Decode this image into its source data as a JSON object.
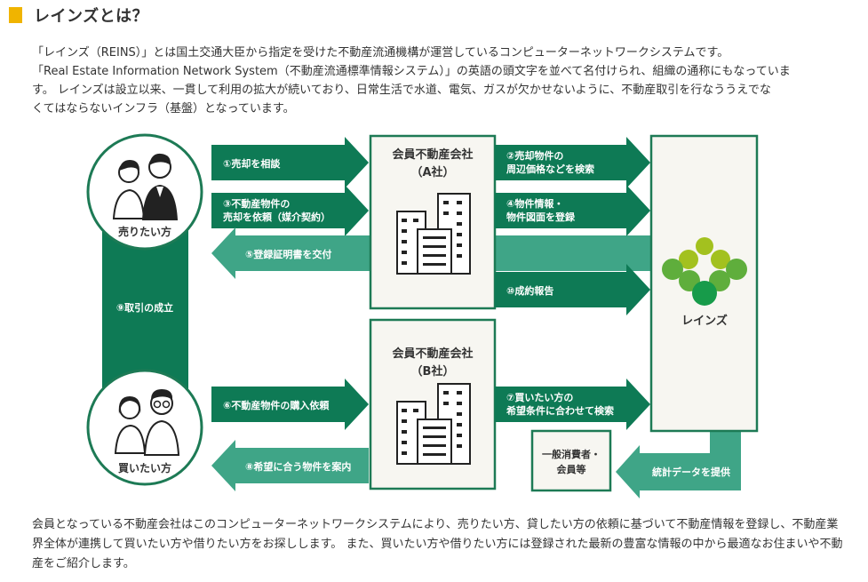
{
  "heading": {
    "title": "レインズとは？"
  },
  "intro": {
    "p1": "「レインズ（REINS）」とは国土交通大臣から指定を受けた不動産流通機構が運営しているコンピューターネットワークシステムです。",
    "p2": "「Real Estate Information Network System（不動産流通標準情報システム）」の英語の頭文字を並べて名付けられ、組織の通称にもなっていま",
    "p3": "す。 レインズは設立以来、一貫して利用の拡大が続いており、日常生活で水道、電気、ガスが欠かせないように、不動産取引を行なううえでな",
    "p4": "くてはならないインフラ（基盤）となっています。"
  },
  "diagram": {
    "seller": {
      "label": "売りたい方"
    },
    "buyer": {
      "label": "買いたい方"
    },
    "deal": {
      "label": "⑨取引の成立"
    },
    "company_a": {
      "line1": "会員不動産会社",
      "line2": "（A社）"
    },
    "company_b": {
      "line1": "会員不動産会社",
      "line2": "（B社）"
    },
    "reins": {
      "label": "レインズ"
    },
    "consumer": {
      "line1": "一般消費者・",
      "line2": "会員等"
    },
    "arrows": {
      "a1": "①売却を相談",
      "a2_line1": "②売却物件の",
      "a2_line2": "周辺価格などを検索",
      "a3_line1": "③不動産物件の",
      "a3_line2": "売却を依頼（媒介契約）",
      "a4_line1": "④物件情報・",
      "a4_line2": "物件図面を登録",
      "a5": "⑤登録証明書を交付",
      "a6": "⑥不動産物件の購入依頼",
      "a7_line1": "⑦買いたい方の",
      "a7_line2": "希望条件に合わせて検索",
      "a8": "⑧希望に合う物件を案内",
      "a10": "⑩成約報告",
      "stats": "統計データを提供"
    }
  },
  "outro": {
    "text": "会員となっている不動産会社はこのコンピューターネットワークシステムにより、売りたい方、貸したい方の依頼に基づいて不動産情報を登録し、不動産業界全体が連携して買いたい方や借りたい方をお探しします。 また、買いたい方や借りたい方には登録された最新の豊富な情報の中から最適なお住まいや不動産をご紹介します。"
  },
  "colors": {
    "dark_green": "#0e7a55",
    "mid_green": "#3fa587",
    "border_green": "#1d7a55",
    "box_fill": "#f7f6f1",
    "accent": "#f0b400"
  }
}
